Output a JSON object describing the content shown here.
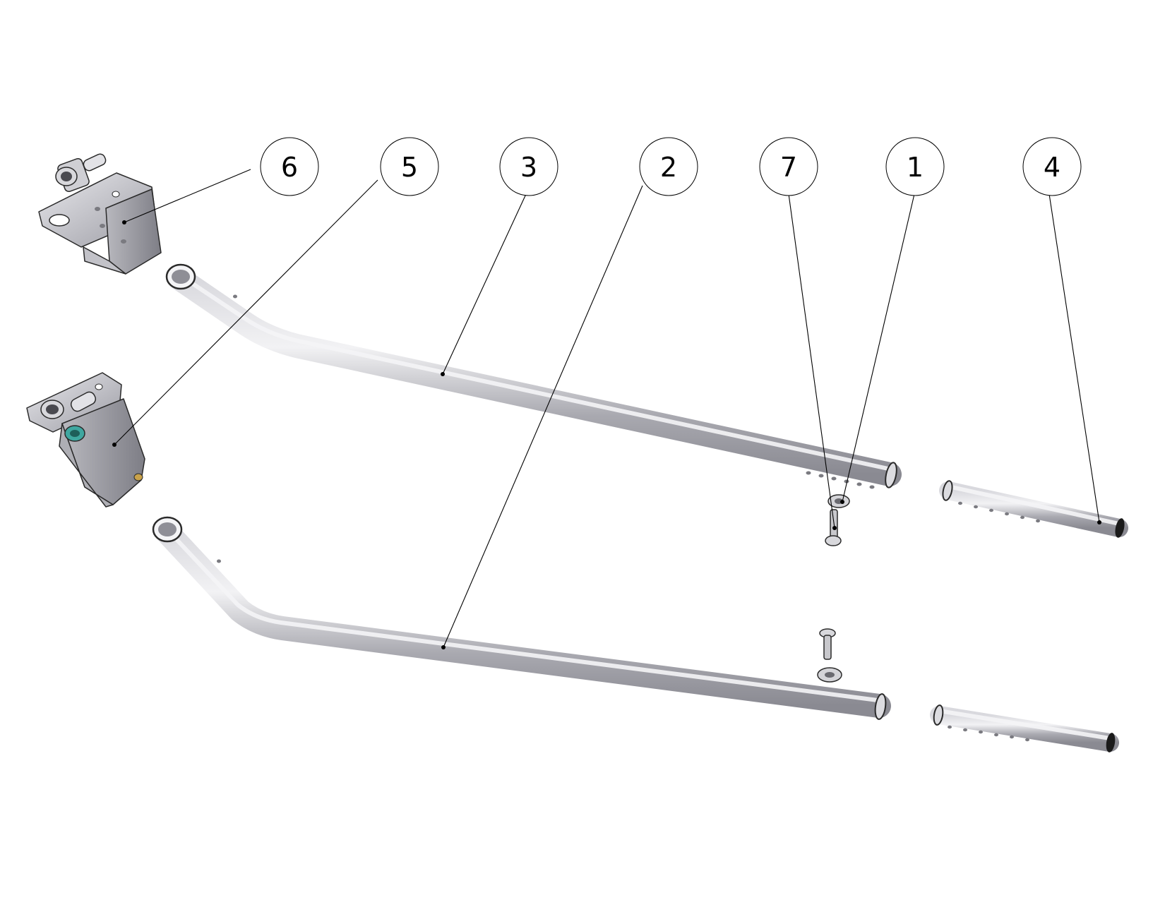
{
  "diagram": {
    "balloons": [
      {
        "id": "6",
        "label": "6"
      },
      {
        "id": "5",
        "label": "5"
      },
      {
        "id": "3",
        "label": "3"
      },
      {
        "id": "2",
        "label": "2"
      },
      {
        "id": "7",
        "label": "7"
      },
      {
        "id": "1",
        "label": "1"
      },
      {
        "id": "4",
        "label": "4"
      }
    ],
    "colors": {
      "metal_light": "#e6e6ea",
      "metal_mid": "#b4b4ba",
      "metal_dark": "#7c7c84",
      "outline": "#2a2a2a",
      "bushing": "#3fa7a0",
      "brass": "#c9a24a"
    }
  }
}
